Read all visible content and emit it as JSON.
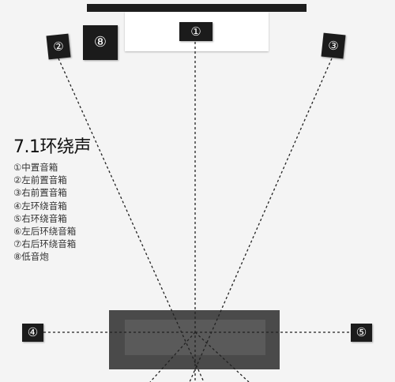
{
  "legend": {
    "title": "7.1环绕声",
    "items": [
      "①中置音箱",
      "②左前置音箱",
      "③右前置音箱",
      "④左环绕音箱",
      "⑤右环绕音箱",
      "⑥左后环绕音箱",
      "⑦右后环绕音箱",
      "⑧低音炮"
    ]
  },
  "speakers": {
    "center": "①",
    "front_left": "②",
    "front_right": "③",
    "surround_left": "④",
    "surround_right": "⑤",
    "subwoofer": "⑧"
  },
  "colors": {
    "speaker": "#1b1b1b",
    "sofa": "#4a4a4a",
    "background": "#f4f4f4",
    "lines": "#222222"
  }
}
